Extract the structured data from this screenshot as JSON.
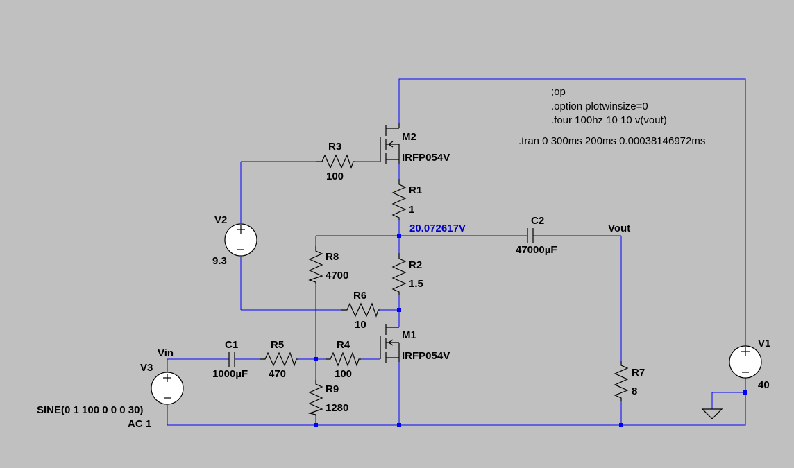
{
  "colors": {
    "background": "#c0c0c0",
    "wire": "#0000ff",
    "component": "#000000",
    "node_voltage": "#0000c8"
  },
  "directives": {
    "op": ";op",
    "option": ".option plotwinsize=0",
    "four": ".four 100hz 10 10 v(vout)",
    "tran": ".tran 0 300ms 200ms 0.00038146972ms"
  },
  "nets": {
    "vin": "Vin",
    "vout": "Vout",
    "node_voltage": "20.072617V"
  },
  "components": {
    "M2": {
      "name": "M2",
      "value": "IRFP054V"
    },
    "M1": {
      "name": "M1",
      "value": "IRFP054V"
    },
    "R1": {
      "name": "R1",
      "value": "1"
    },
    "R2": {
      "name": "R2",
      "value": "1.5"
    },
    "R3": {
      "name": "R3",
      "value": "100"
    },
    "R4": {
      "name": "R4",
      "value": "100"
    },
    "R5": {
      "name": "R5",
      "value": "470"
    },
    "R6": {
      "name": "R6",
      "value": "10"
    },
    "R7": {
      "name": "R7",
      "value": "8"
    },
    "R8": {
      "name": "R8",
      "value": "4700"
    },
    "R9": {
      "name": "R9",
      "value": "1280"
    },
    "C1": {
      "name": "C1",
      "value": "1000µF"
    },
    "C2": {
      "name": "C2",
      "value": "47000µF"
    },
    "V1": {
      "name": "V1",
      "value": "40"
    },
    "V2": {
      "name": "V2",
      "value": "9.3"
    },
    "V3": {
      "name": "V3",
      "value": "SINE(0 1 100 0 0 0 30)",
      "value2": "AC 1"
    }
  },
  "icons": {
    "voltage_source": "circle-plus-minus-icon",
    "ground": "ground-icon",
    "mosfet": "nmos-icon"
  }
}
